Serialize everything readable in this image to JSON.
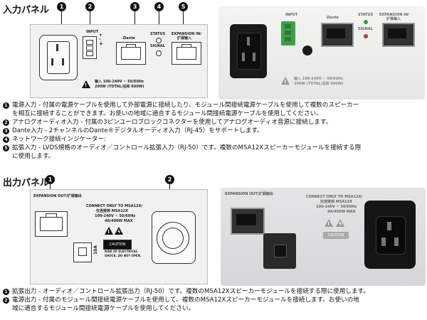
{
  "input_panel": {
    "title": "入力パネル",
    "callouts": [
      "1",
      "2",
      "3",
      "4",
      "5"
    ],
    "labels": {
      "input": "INPUT",
      "dante": "Dante",
      "status": "STATUS",
      "signal": "SIGNAL",
      "expansion_in_1": "EXPANSION IN/",
      "expansion_in_2": "扩展输入",
      "power_1": "输入 100-240V ~ 50/60Hz",
      "power_2": "200W (TOTAL/总和 600W)"
    },
    "photo_labels": {
      "input": "INPUT",
      "dante": "Dante",
      "status": "STATUS",
      "signal": "SIGNAL",
      "expansion_in_1": "EXPANSION IN/",
      "expansion_in_2": "扩展输入",
      "power_1": "输入 100-240V ~ 50/60Hz",
      "power_2": "200W (TOTAL/总和 600W)"
    },
    "descriptions": [
      {
        "num": "1",
        "lines": [
          "電源入力 - 付属の電源ケーブルを使用して外部電源に接続したり、モジュール間接続電源ケーブルを使用して複数のスピーカー",
          "を相互に接続することができます。お使いの地域に適合するモジュール間接続電源ケーブルを使用してください。"
        ]
      },
      {
        "num": "2",
        "lines": [
          "アナログオーディオ入力 - 付属の3ピンユーロブロックコネクターを使用してアナログオーディオ音源に接続します。"
        ]
      },
      {
        "num": "3",
        "lines": [
          "Dante入力 - 2チャンネルのDante®デジタルオーディオ入力（RJ-45）をサポートします。"
        ]
      },
      {
        "num": "4",
        "lines": [
          "ネットワーク接続インジケーター:"
        ]
      },
      {
        "num": "5",
        "lines": [
          "拡張入力 - LVDS規格のオーディオ／コントロール拡張入力（RJ-50）です。複数のMSA12Xスピーカーモジュールを接続する際",
          "に使用します。"
        ]
      }
    ]
  },
  "output_panel": {
    "title": "出力パネル",
    "callouts": [
      "1",
      "2"
    ],
    "labels": {
      "expansion_out": "EXPANSION OUT/扩展输出",
      "connect_1": "CONNECT ONLY TO MSA12X/",
      "connect_2": "仅连接到 MSA12X",
      "power_1": "100-240V ~ 50/60Hz",
      "power_2": "4A/400W MAX",
      "fuse": "10A",
      "caution": "CAUTION",
      "caution_text_1": "RISK OF ELECTRICAL",
      "caution_text_2": "SHOCK. DO NOT OPEN."
    },
    "photo_labels": {
      "expansion_out": "EXPANSION OUT/扩展输出",
      "connect_1": "CONNECT ONLY TO MSA12X/",
      "connect_2": "仅连接到 MSA12X",
      "power_1": "100-240V ~ 50/60Hz",
      "power_2": "4A/400W MAX",
      "caution": "CAUTION"
    },
    "descriptions": [
      {
        "num": "1",
        "lines": [
          "拡張出力 - オーディオ／コントロール拡張出力（RJ-50）です。複数のMSA12Xスピーカーモジュールを接続する際に使用します。"
        ]
      },
      {
        "num": "2",
        "lines": [
          "電源出力 - 付属のモジュール間接続電源ケーブルを使用して、複数のMSA12Xスピーカーモジュールを接続します。お使いの地",
          "域に適合するモジュール間接続電源ケーブルを使用してください。"
        ]
      }
    ]
  }
}
